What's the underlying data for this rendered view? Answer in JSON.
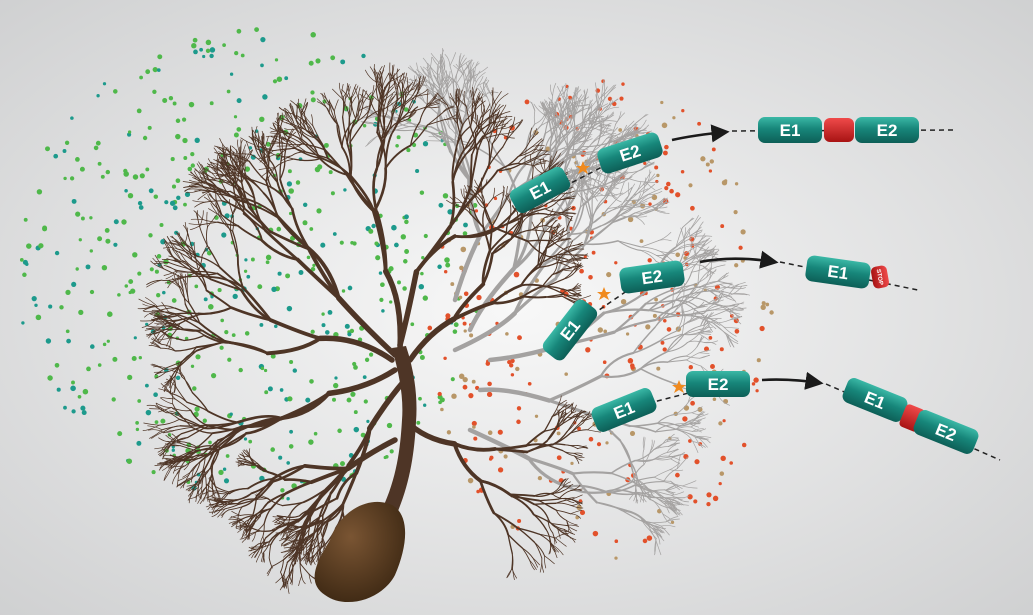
{
  "exon_labels": {
    "e1": "E1",
    "e2": "E2"
  },
  "stop_label": "STOP",
  "colors": {
    "background_center": "#f7f7f7",
    "background_edge": "#cfd0d1",
    "tree_dark": "#4e3526",
    "tree_grey": "#a4a2a1",
    "soma": "#5a3b1f",
    "exon_fill": "#17867a",
    "exon_highlight": "#2fb3a2",
    "insert_red": "#c91c1c",
    "dot_green": "#4fb84a",
    "dot_teal": "#1d9a8c",
    "dot_red": "#e2512b",
    "dot_tan": "#b89768",
    "star_orange": "#f08a1e",
    "arrow": "#1a1a1a"
  }
}
